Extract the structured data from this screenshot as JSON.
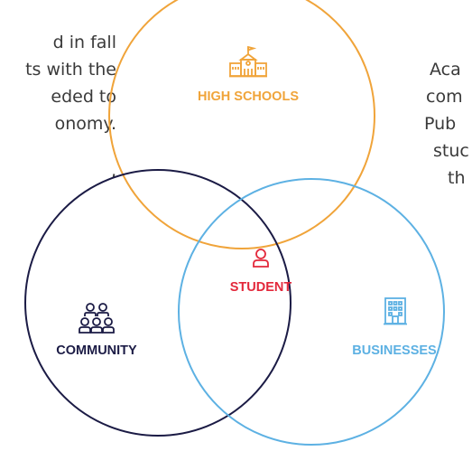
{
  "left_text": {
    "lines": [
      "d in fall",
      "ts with the",
      "eded to",
      "onomy.",
      "",
      ","
    ]
  },
  "right_text": {
    "lines": [
      "Aca",
      "com",
      "Pub",
      "stuc",
      "th"
    ]
  },
  "circles": {
    "high_schools": {
      "label": "HIGH SCHOOLS",
      "color": "#f0a43a"
    },
    "community": {
      "label": "COMMUNITY",
      "color": "#1b1b45"
    },
    "businesses": {
      "label": "BUSINESSES",
      "color": "#5db1e3"
    }
  },
  "center": {
    "label": "STUDENT",
    "color": "#e3283b"
  },
  "icons": {
    "high_schools": "school-building-icon",
    "student": "person-icon",
    "community": "people-group-icon",
    "businesses": "office-building-icon"
  }
}
